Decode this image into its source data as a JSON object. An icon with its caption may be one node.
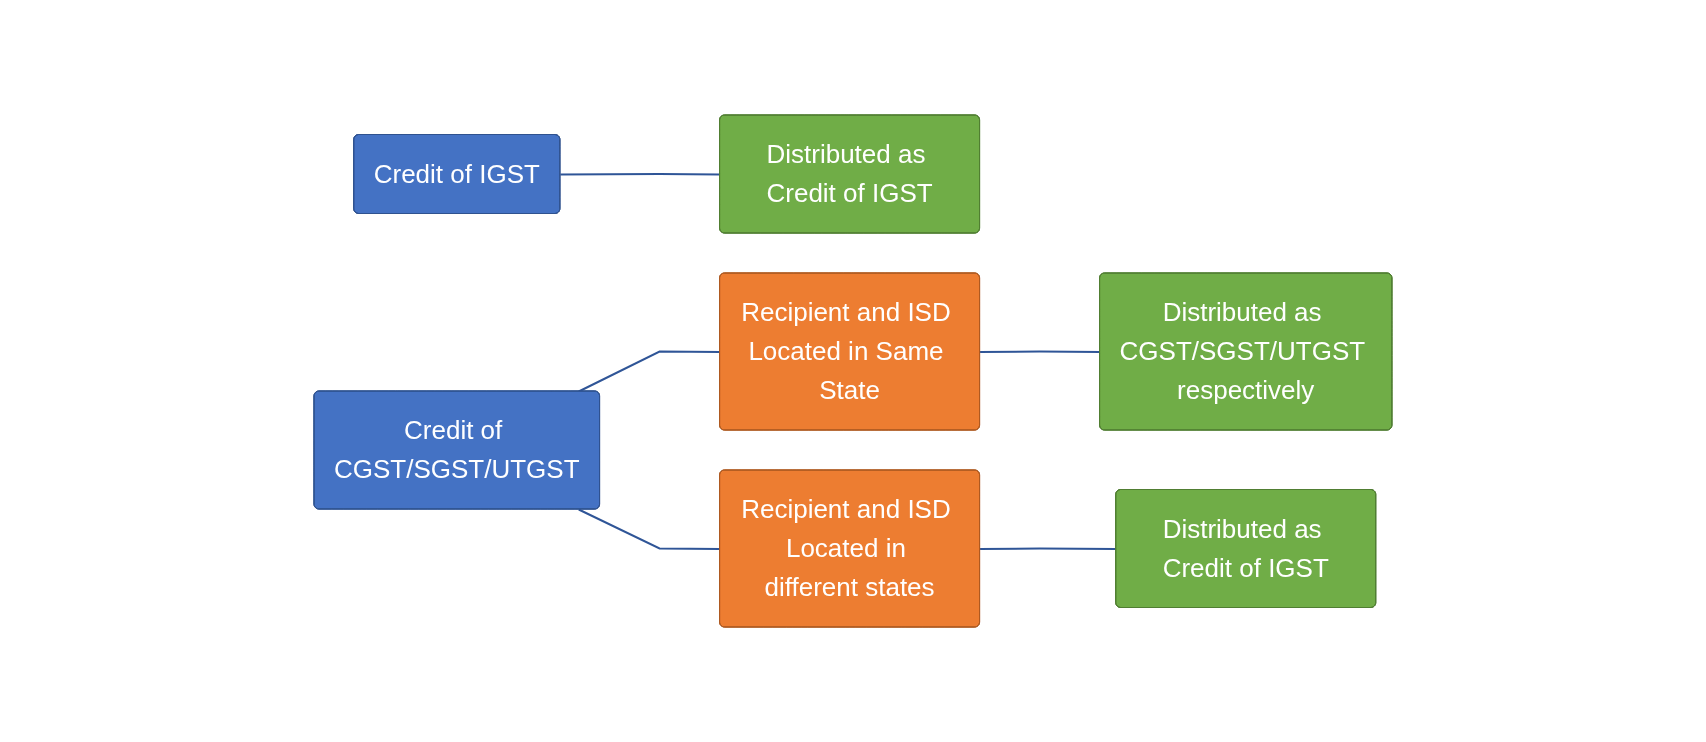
{
  "diagram": {
    "nodes": [
      {
        "text": [
          "Credit of IGST"
        ]
      },
      {
        "text": [
          "Distributed as Credit of IGST"
        ]
      },
      {
        "text": [
          "Credit of CGST/SGST/UTGST"
        ]
      },
      {
        "text": [
          "Recipient and ISD Located in Same State"
        ]
      },
      {
        "text": [
          "Distributed as CGST/SGST/UTGST respectively"
        ]
      },
      {
        "text": [
          "Recipient and ISD Located in different states"
        ]
      },
      {
        "text": [
          "Distributed as Credit of IGST"
        ]
      }
    ],
    "edges": [
      {
        "from": 0,
        "to": 1,
        "arrow": "none"
      },
      {
        "from": 2,
        "to": 3,
        "arrow": "none"
      },
      {
        "from": 2,
        "to": 5,
        "arrow": "none"
      },
      {
        "from": 3,
        "to": 4,
        "arrow": "none"
      },
      {
        "from": 5,
        "to": 6,
        "arrow": "none"
      }
    ]
  }
}
